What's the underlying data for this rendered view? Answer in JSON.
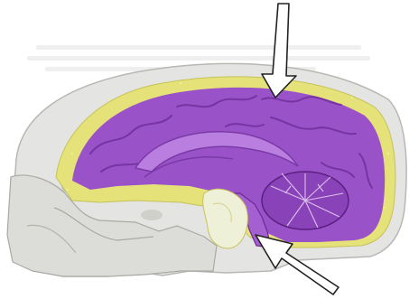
{
  "figure": {
    "subject": "sagittal-brain-section-illustration",
    "pointers": [
      {
        "name": "arrow-pointer-top"
      },
      {
        "name": "arrow-pointer-bottom"
      }
    ],
    "colors": {
      "brain": "#9a52c8",
      "brain_dark": "#6b2a95",
      "dura": "#e6e27a",
      "skull": "#e4e5e2",
      "skull_shadow": "#b7b8b3"
    }
  }
}
